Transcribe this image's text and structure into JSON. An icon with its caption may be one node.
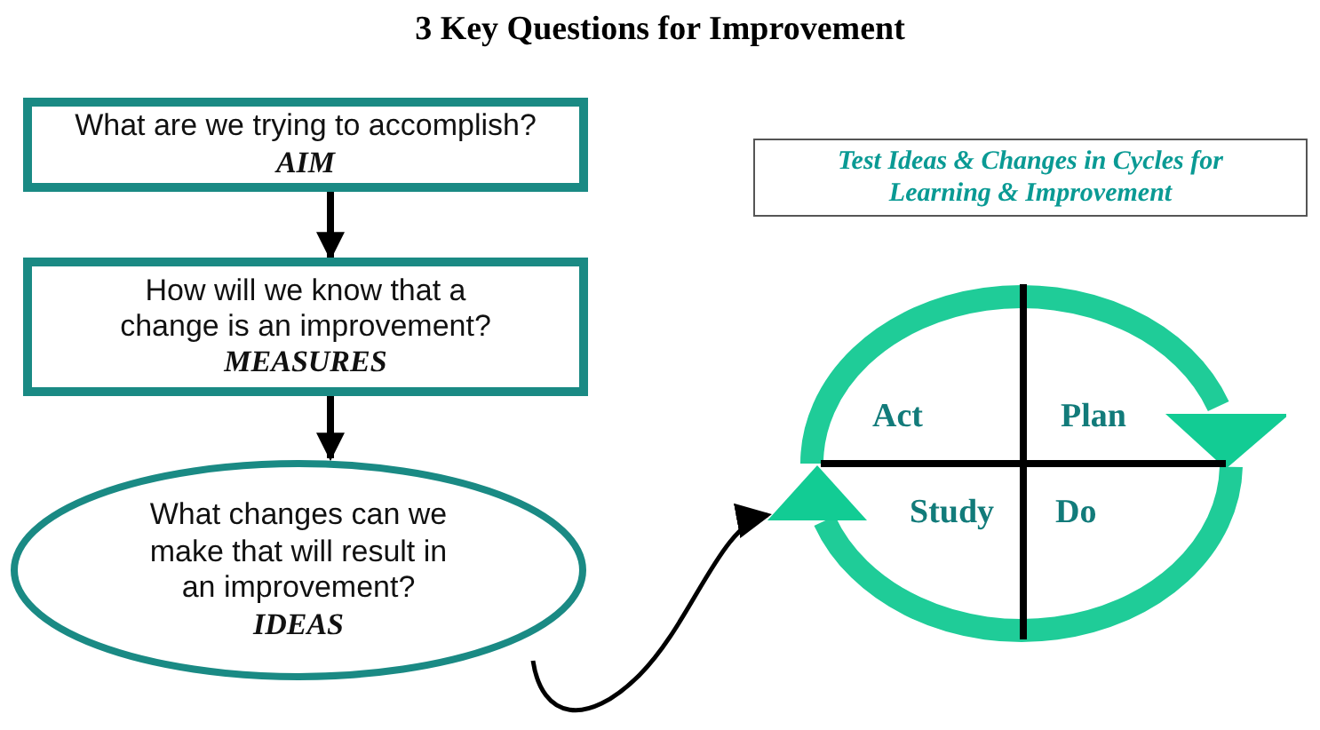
{
  "diagram": {
    "title": "3 Key Questions for Improvement",
    "nodes": [
      {
        "text": [
          "What are we trying to accomplish?",
          "AIM"
        ]
      },
      {
        "text": [
          "How will we know that a change is an improvement?",
          "MEASURES"
        ]
      },
      {
        "text": [
          "What changes can we make that will result in an improvement?",
          "IDEAS"
        ]
      },
      {
        "text": [
          "Test Ideas & Changes in Cycles for Learning & Improvement"
        ]
      },
      {
        "text": [],
        "shape": "circle"
      }
    ],
    "edges": [
      {
        "from": 0,
        "to": 1,
        "arrow": "to"
      },
      {
        "from": 1,
        "to": 2,
        "arrow": "to"
      },
      {
        "from": 2,
        "to": 4,
        "arrow": "to"
      }
    ],
    "labels": [
      "Act",
      "Plan",
      "Study",
      "Do"
    ]
  }
}
